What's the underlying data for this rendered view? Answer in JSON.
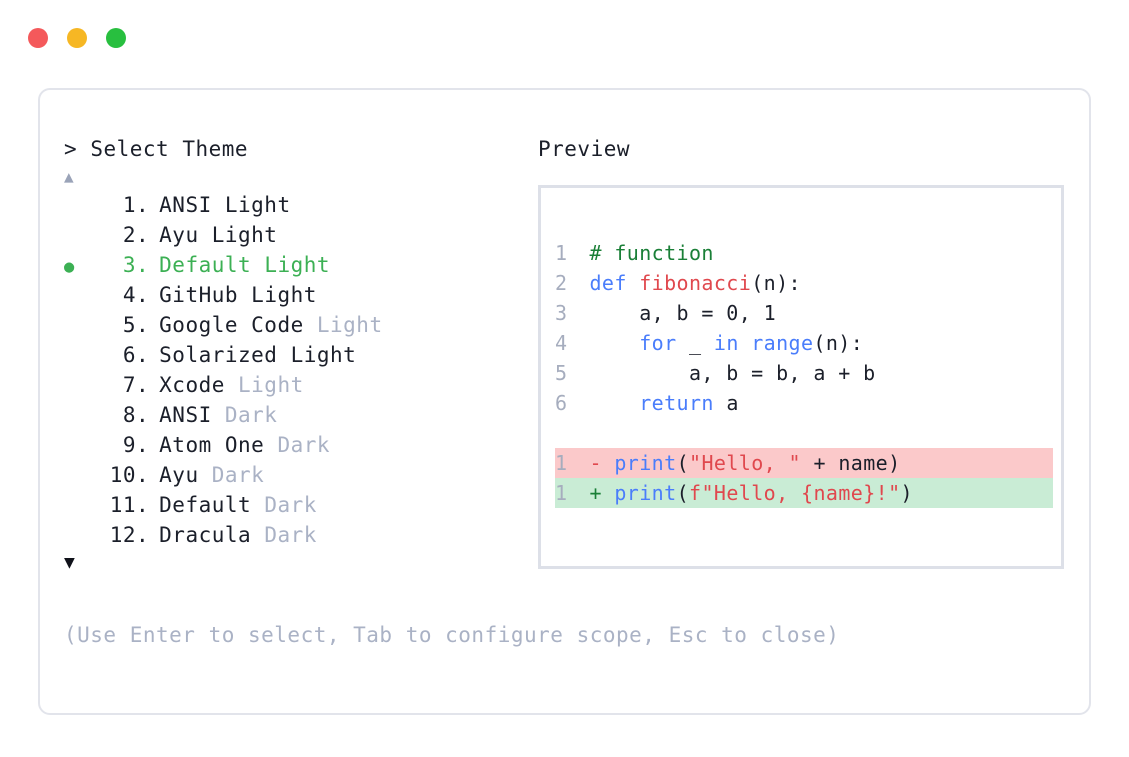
{
  "titlebar": {
    "buttons": [
      {
        "name": "close-button",
        "icon": "circle-icon",
        "color": "#f4595b"
      },
      {
        "name": "minimize-button",
        "icon": "circle-icon",
        "color": "#f6b724"
      },
      {
        "name": "maximize-button",
        "icon": "circle-icon",
        "color": "#28bf3f"
      }
    ]
  },
  "prompt": {
    "caret": ">",
    "label": "Select Theme"
  },
  "scroll": {
    "up_icon": "▲",
    "down_icon": "▼"
  },
  "themes": {
    "bullet_glyph": "●",
    "selected_color": "#3cb054",
    "items": [
      {
        "index": "1",
        "name": "ANSI",
        "variant": "Light",
        "variant_muted": false,
        "selected": false
      },
      {
        "index": "2",
        "name": "Ayu",
        "variant": "Light",
        "variant_muted": false,
        "selected": false
      },
      {
        "index": "3",
        "name": "Default",
        "variant": "Light",
        "variant_muted": false,
        "selected": true
      },
      {
        "index": "4",
        "name": "GitHub",
        "variant": "Light",
        "variant_muted": false,
        "selected": false
      },
      {
        "index": "5",
        "name": "Google Code",
        "variant": "Light",
        "variant_muted": true,
        "selected": false
      },
      {
        "index": "6",
        "name": "Solarized",
        "variant": "Light",
        "variant_muted": false,
        "selected": false
      },
      {
        "index": "7",
        "name": "Xcode",
        "variant": "Light",
        "variant_muted": true,
        "selected": false
      },
      {
        "index": "8",
        "name": "ANSI",
        "variant": "Dark",
        "variant_muted": true,
        "selected": false
      },
      {
        "index": "9",
        "name": "Atom One",
        "variant": "Dark",
        "variant_muted": true,
        "selected": false
      },
      {
        "index": "10",
        "name": "Ayu",
        "variant": "Dark",
        "variant_muted": true,
        "selected": false
      },
      {
        "index": "11",
        "name": "Default",
        "variant": "Dark",
        "variant_muted": true,
        "selected": false
      },
      {
        "index": "12",
        "name": "Dracula",
        "variant": "Dark",
        "variant_muted": true,
        "selected": false
      }
    ]
  },
  "hint": {
    "text": "(Use Enter to select, Tab to configure scope, Esc to close)"
  },
  "preview": {
    "title": "Preview",
    "code_lines": [
      {
        "number": "1",
        "tokens": [
          {
            "text": "# function",
            "kind": "comment"
          }
        ]
      },
      {
        "number": "2",
        "tokens": [
          {
            "text": "def ",
            "kind": "keyword"
          },
          {
            "text": "fibonacci",
            "kind": "func"
          },
          {
            "text": "(n):",
            "kind": "punct"
          }
        ]
      },
      {
        "number": "3",
        "tokens": [
          {
            "text": "    a, b = 0, 1",
            "kind": "plain"
          }
        ]
      },
      {
        "number": "4",
        "tokens": [
          {
            "text": "    for ",
            "kind": "keyword"
          },
          {
            "text": "_ ",
            "kind": "plain"
          },
          {
            "text": "in range",
            "kind": "keyword"
          },
          {
            "text": "(n):",
            "kind": "punct"
          }
        ]
      },
      {
        "number": "5",
        "tokens": [
          {
            "text": "        a, b = b, a + b",
            "kind": "plain"
          }
        ]
      },
      {
        "number": "6",
        "tokens": [
          {
            "text": "    return ",
            "kind": "keyword"
          },
          {
            "text": "a",
            "kind": "plain"
          }
        ]
      }
    ],
    "diff_lines": [
      {
        "number": "1",
        "marker": "-",
        "type": "deletion",
        "background": "#fbc9ca",
        "tokens": [
          {
            "text": "print",
            "kind": "keyword"
          },
          {
            "text": "(",
            "kind": "punct"
          },
          {
            "text": "\"Hello, \"",
            "kind": "string"
          },
          {
            "text": " + name)",
            "kind": "plain"
          }
        ]
      },
      {
        "number": "1",
        "marker": "+",
        "type": "addition",
        "background": "#c9ecd5",
        "tokens": [
          {
            "text": "print",
            "kind": "keyword"
          },
          {
            "text": "(",
            "kind": "punct"
          },
          {
            "text": "f\"Hello, {name}!\"",
            "kind": "string"
          },
          {
            "text": ")",
            "kind": "punct"
          }
        ]
      }
    ]
  }
}
